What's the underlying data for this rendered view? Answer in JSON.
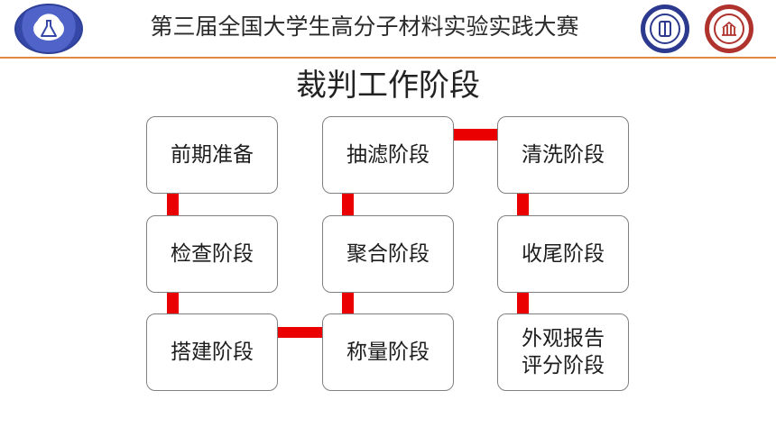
{
  "header": {
    "title": "第三届全国大学生高分子材料实验实践大赛",
    "logo_left": "competition-emblem",
    "logo_right_1": "minjiang-university-seal",
    "logo_right_2": "donghua-university-seal",
    "rule_color": "#e0883e"
  },
  "slide": {
    "title": "裁判工作阶段"
  },
  "diagram": {
    "connector_color": "#ea0000",
    "columns": [
      [
        "前期准备",
        "检查阶段",
        "搭建阶段"
      ],
      [
        "抽滤阶段",
        "聚合阶段",
        "称量阶段"
      ],
      [
        "清洗阶段",
        "收尾阶段",
        "外观报告\n评分阶段"
      ]
    ],
    "flow": [
      "前期准备",
      "检查阶段",
      "搭建阶段",
      "称量阶段",
      "聚合阶段",
      "抽滤阶段",
      "清洗阶段",
      "收尾阶段",
      "外观报告评分阶段"
    ]
  }
}
